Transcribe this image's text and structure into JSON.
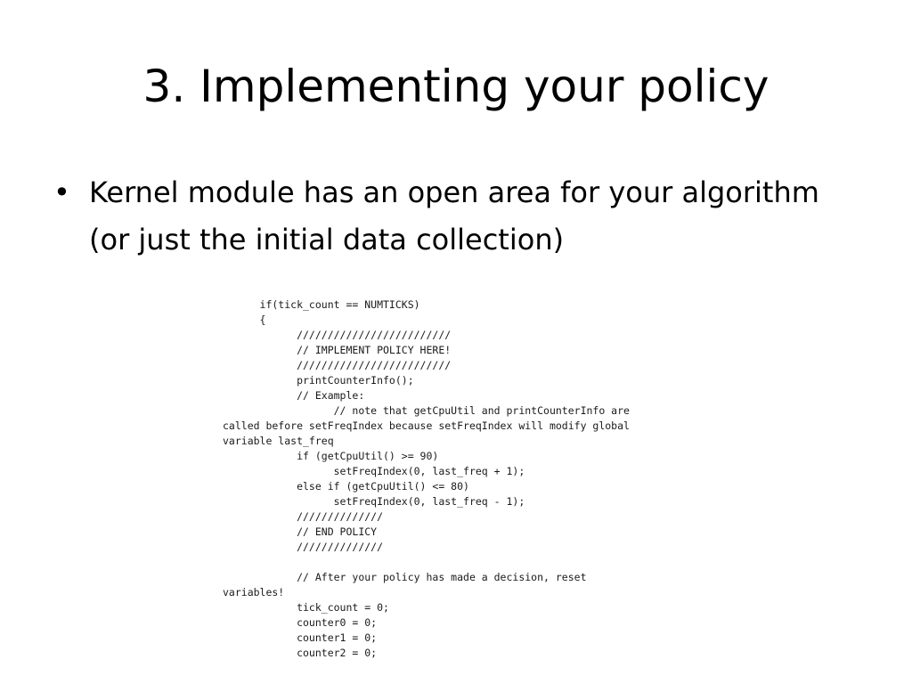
{
  "slide": {
    "title": "3. Implementing your policy",
    "bullets": [
      {
        "marker": "•",
        "text": "Kernel module has an open area for your algorithm (or just the initial data collection)"
      }
    ]
  },
  "code_lines": [
    "      if(tick_count == NUMTICKS)",
    "      {",
    "            /////////////////////////",
    "            // IMPLEMENT POLICY HERE!",
    "            /////////////////////////",
    "            printCounterInfo();",
    "            // Example:",
    "                  // note that getCpuUtil and printCounterInfo are",
    "called before setFreqIndex because setFreqIndex will modify global",
    "variable last_freq",
    "            if (getCpuUtil() >= 90)",
    "                  setFreqIndex(0, last_freq + 1);",
    "            else if (getCpuUtil() <= 80)",
    "                  setFreqIndex(0, last_freq - 1);",
    "            //////////////",
    "            // END POLICY",
    "            //////////////",
    "",
    "            // After your policy has made a decision, reset",
    "variables!",
    "            tick_count = 0;",
    "            counter0 = 0;",
    "            counter1 = 0;",
    "            counter2 = 0;"
  ]
}
